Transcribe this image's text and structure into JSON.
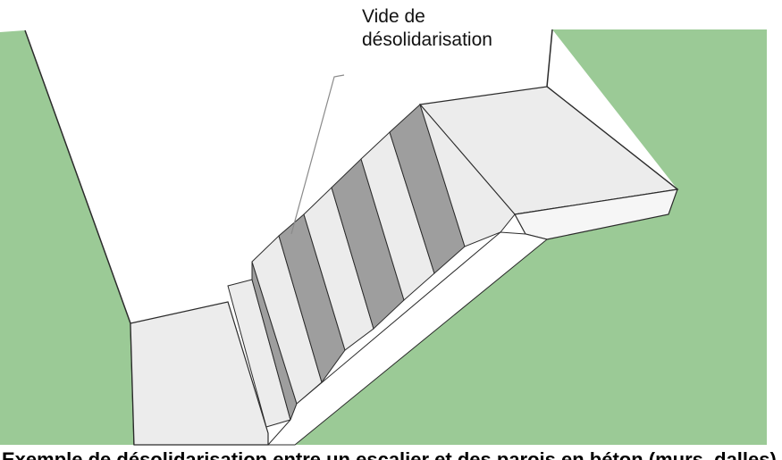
{
  "annotation": {
    "line1": "Vide de",
    "line2": "désolidarisation"
  },
  "caption": "Exemple de désolidarisation entre un escalier et des parois en béton (murs, dalles)",
  "colors": {
    "wall": "#9bca96",
    "step_top": "#ececec",
    "step_riser": "#9e9e9e",
    "edge": "#2b2b2b",
    "leader": "#8a8a8a"
  }
}
